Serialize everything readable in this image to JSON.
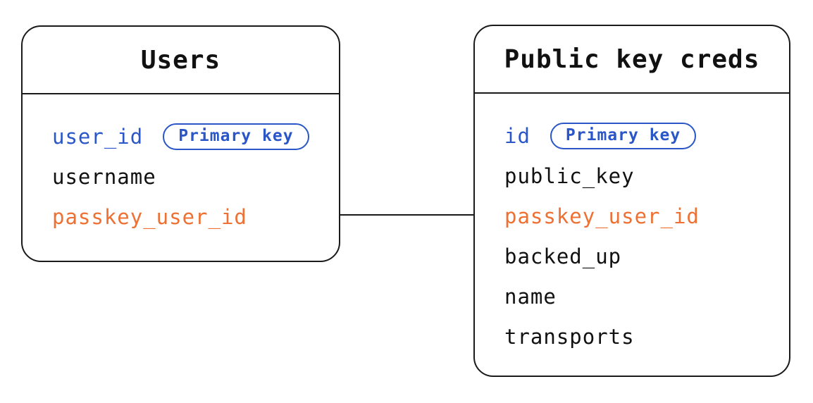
{
  "diagram": {
    "type": "entity-relationship",
    "colors": {
      "primary_key_blue": "#2a56c8",
      "foreign_key_orange": "#ee7033",
      "field_text_black": "#111111",
      "line_black": "#1a1a1a",
      "background": "#ffffff"
    },
    "tables": [
      {
        "title": "Users",
        "fields": [
          {
            "name": "user_id",
            "role": "primary",
            "badge": "Primary key"
          },
          {
            "name": "username",
            "role": "normal"
          },
          {
            "name": "passkey_user_id",
            "role": "foreign"
          }
        ]
      },
      {
        "title": "Public key creds",
        "fields": [
          {
            "name": "id",
            "role": "primary",
            "badge": "Primary key"
          },
          {
            "name": "public_key",
            "role": "normal"
          },
          {
            "name": "passkey_user_id",
            "role": "foreign"
          },
          {
            "name": "backed_up",
            "role": "normal"
          },
          {
            "name": "name",
            "role": "normal"
          },
          {
            "name": "transports",
            "role": "normal"
          }
        ]
      }
    ],
    "relationship": {
      "from_table": "Users",
      "from_field": "passkey_user_id",
      "to_table": "Public key creds",
      "to_field": "passkey_user_id"
    }
  }
}
